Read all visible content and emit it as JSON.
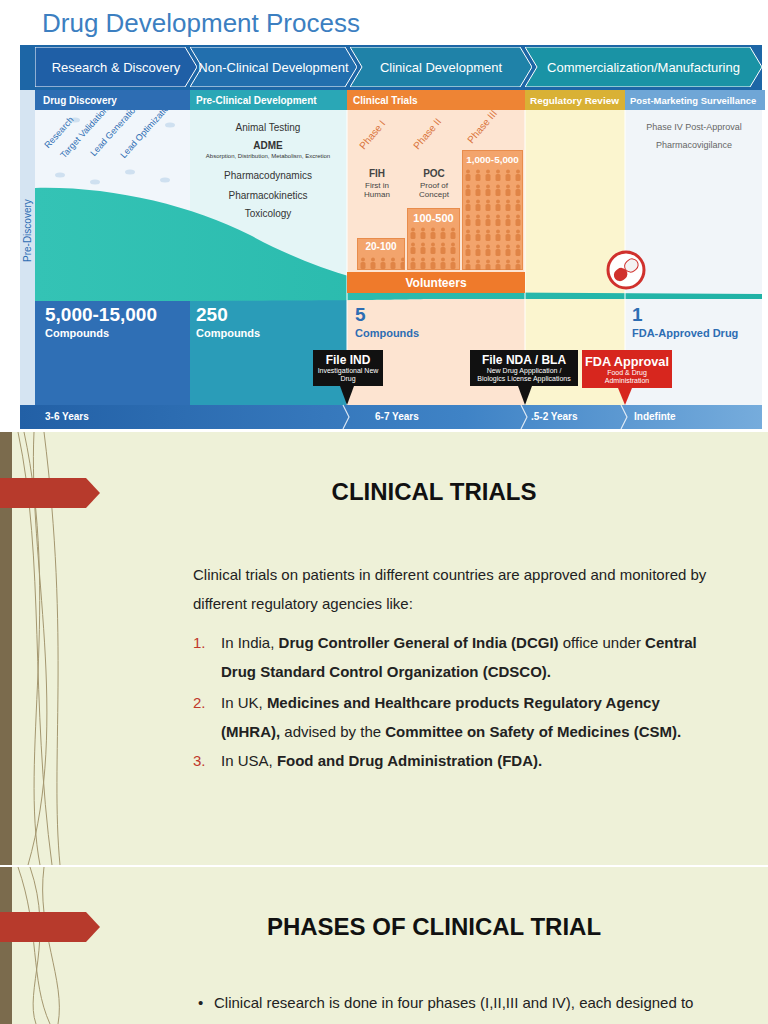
{
  "diagram": {
    "title": "Drug Development Process",
    "nodes": [
      {
        "text": [
          "Research & Discovery"
        ]
      },
      {
        "text": [
          "Non-Clinical Development"
        ]
      },
      {
        "text": [
          "Clinical Development"
        ]
      },
      {
        "text": [
          "Commercialization/Manufacturing"
        ]
      },
      {
        "text": [
          "Drug Discovery"
        ]
      },
      {
        "text": [
          "Pre-Clinical Development"
        ]
      },
      {
        "text": [
          "Clinical Trials"
        ]
      },
      {
        "text": [
          "Regulatory Review"
        ]
      },
      {
        "text": [
          "Post-Marketing Surveillance"
        ]
      },
      {
        "text": [
          "20-100"
        ]
      },
      {
        "text": [
          "100-500"
        ]
      },
      {
        "text": [
          "1,000-5,000"
        ]
      },
      {
        "text": [
          "Volunteers"
        ]
      },
      {
        "text": [
          "File IND",
          "Investigational New Drug"
        ]
      },
      {
        "text": [
          "File NDA / BLA",
          "New Drug Appplication / Biologics License Applications"
        ]
      },
      {
        "text": [
          "FDA Approval",
          "Food & Drug Administration"
        ]
      },
      {
        "text": [
          "CLINICAL TRIALS"
        ]
      },
      {
        "text": [
          "PHASES OF CLINICAL TRIAL"
        ]
      }
    ],
    "labels": [
      "Pre-Discovery",
      "Research",
      "Target Validation",
      "Lead Generation",
      "Lead Optimization",
      "Animal Testing",
      "ADME",
      "Absorption, Distribution, Metabolism, Excretion",
      "Pharmacodynamics",
      "Pharmacokinetics",
      "Toxicology",
      "Phase I",
      "Phase II",
      "Phase III",
      "FIH",
      "First in Human",
      "POC",
      "Proof of Concept",
      "Phase IV Post-Approval",
      "Pharmacovigilance",
      "5,000-15,000",
      "Compounds",
      "250",
      "Compounds",
      "5",
      "Compounds",
      "1",
      "FDA-Approved Drug",
      "3-6 Years",
      "6-7 Years",
      ".5-2 Years",
      "Indefinte",
      "Clinical trials on patients in different countries are approved and monitored by different regulatory agencies like:",
      "1.",
      "In India,",
      "Drug Controller General of India (DCGI)",
      "office under",
      "Central Drug Standard Control Organization (CDSCO).",
      "2.",
      "In UK,",
      "Medicines and Healthcare products Regulatory Agency (MHRA),",
      "advised by the",
      "Committee on Safety of Medicines (CSM).",
      "3.",
      "In USA,",
      "Food and Drug Administration (FDA).",
      "•",
      "Clinical research is done in four phases (I,II,III and IV), each designed to"
    ]
  }
}
